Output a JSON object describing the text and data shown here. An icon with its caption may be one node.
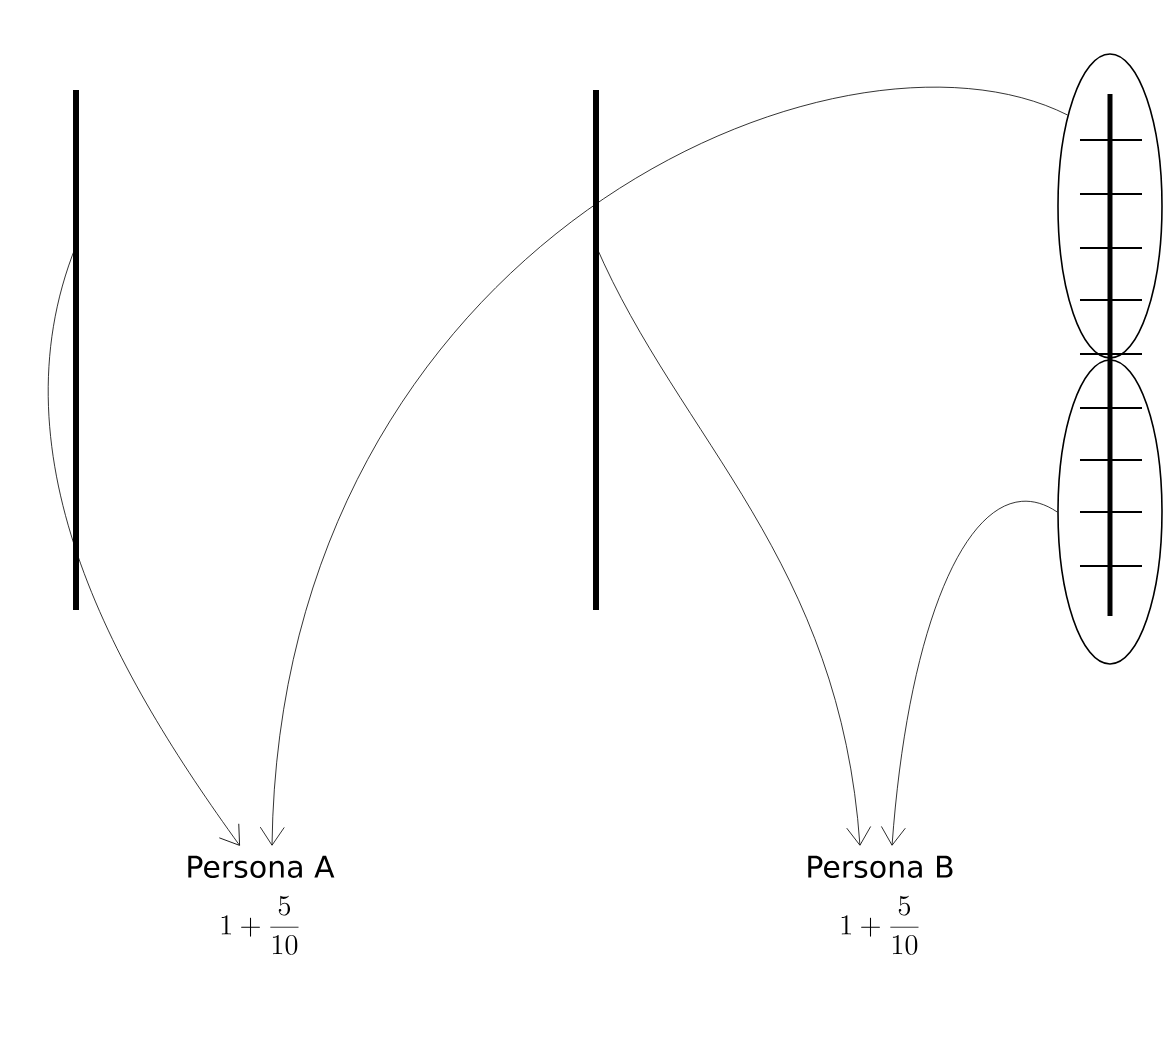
{
  "diagram": {
    "nodes": [
      {
        "text": [],
        "shape": "bar"
      },
      {
        "text": [],
        "shape": "bar"
      },
      {
        "text": [],
        "shape": "ellipse"
      },
      {
        "text": [],
        "shape": "ellipse"
      },
      {
        "text": [
          "Persona A",
          "1 + \\frac{5}{10}"
        ]
      },
      {
        "text": [
          "Persona B",
          "1 + \\frac{5}{10}"
        ]
      }
    ],
    "edges": [
      {
        "from": 0,
        "to": 4,
        "arrow": "to"
      },
      {
        "from": 2,
        "to": 4,
        "arrow": "to"
      },
      {
        "from": 1,
        "to": 5,
        "arrow": "to"
      },
      {
        "from": 3,
        "to": 5,
        "arrow": "to"
      }
    ]
  }
}
